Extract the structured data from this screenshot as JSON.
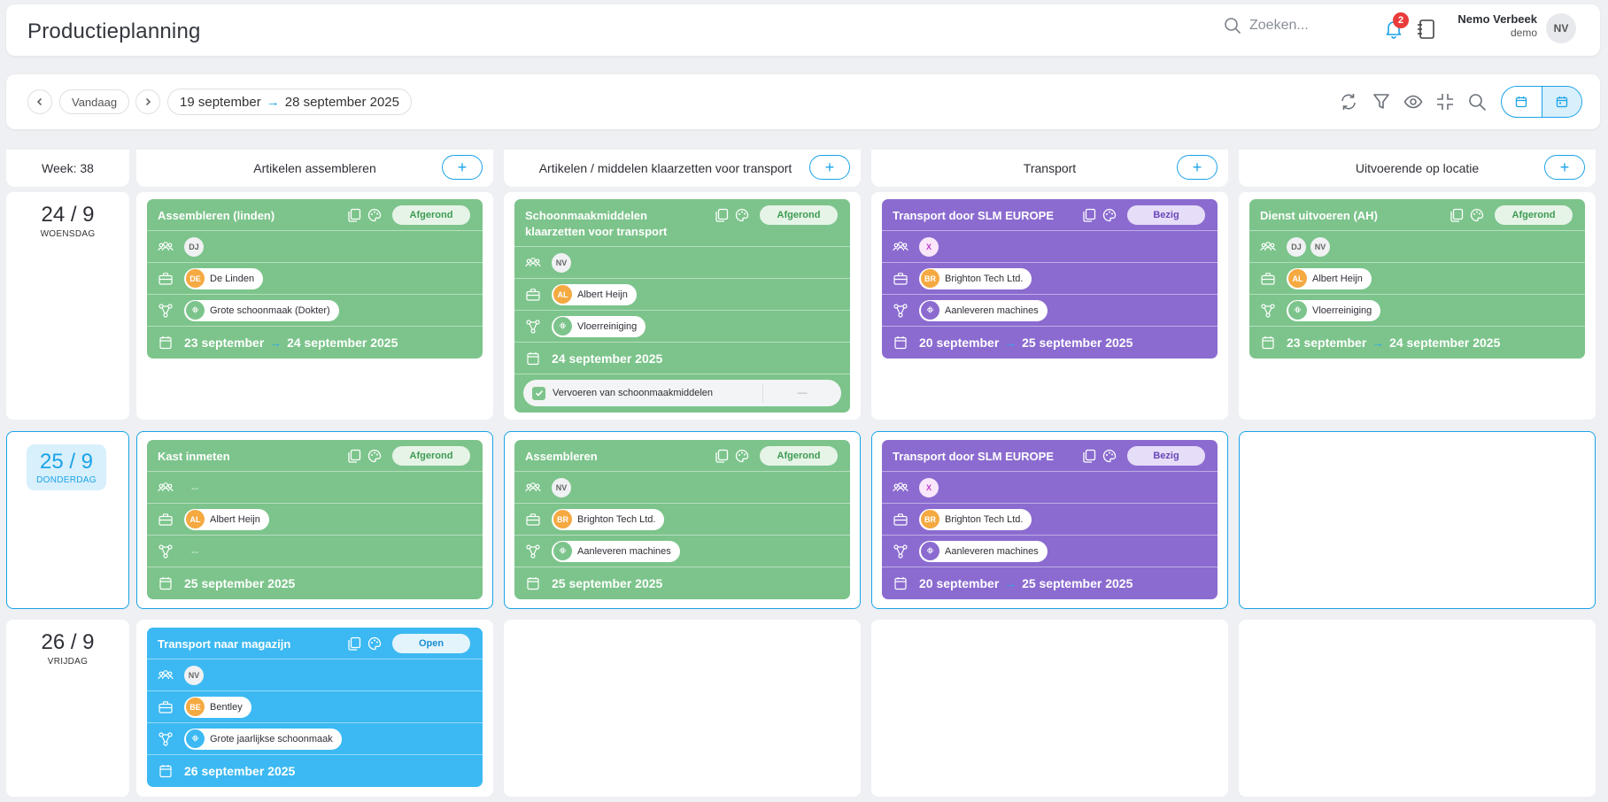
{
  "app": {
    "title": "Productieplanning",
    "search_placeholder": "Zoeken...",
    "notification_count": "2",
    "user_name": "Nemo Verbeek",
    "user_role": "demo",
    "user_initials": "NV"
  },
  "toolbar": {
    "today_label": "Vandaag",
    "range_start": "19 september",
    "range_arrow": "→",
    "range_end": "28 september 2025",
    "icons": [
      "refresh-icon",
      "filter-icon",
      "eye-icon",
      "collapse-icon",
      "search-icon"
    ],
    "view_icons": [
      "calendar-icon",
      "calendar-alt-icon"
    ]
  },
  "columns": {
    "week_label": "Week: 38",
    "col1": "Artikelen assembleren",
    "col2": "Artikelen / middelen klaarzetten voor transport",
    "col3": "Transport",
    "col4": "Uitvoerende op locatie",
    "add_symbol": "+"
  },
  "days": [
    {
      "num": "24 / 9",
      "name": "WOENSDAG"
    },
    {
      "num": "25 / 9",
      "name": "DONDERDAG"
    },
    {
      "num": "26 / 9",
      "name": "VRIJDAG"
    }
  ],
  "cards": {
    "c1": {
      "title": "Assembleren (linden)",
      "status": "Afgerond",
      "team": [
        "DJ"
      ],
      "client_av": "DE",
      "client": "De Linden",
      "project_name": "Grote schoonmaak (Dokter)",
      "date_start": "23 september",
      "arrow": "→",
      "date_end": "24 september 2025"
    },
    "c2": {
      "title": "Schoonmaakmiddelen klaarzetten voor transport",
      "status": "Afgerond",
      "team": [
        "NV"
      ],
      "client_av": "AL",
      "client": "Albert Heijn",
      "project_name": "Vloerreiniging",
      "date": "24 september 2025",
      "task": "Vervoeren van schoonmaakmiddelen",
      "task_value": "—"
    },
    "c3": {
      "title": "Transport door SLM EUROPE",
      "status": "Bezig",
      "team": [
        "X"
      ],
      "client_av": "BR",
      "client": "Brighton Tech Ltd.",
      "project_name": "Aanleveren machines",
      "date_start": "20 september",
      "arrow": "→",
      "date_end": "25 september 2025"
    },
    "c4": {
      "title": "Dienst uitvoeren (AH)",
      "status": "Afgerond",
      "team": [
        "DJ",
        "NV"
      ],
      "client_av": "AL",
      "client": "Albert Heijn",
      "project_name": "Vloerreiniging",
      "date_start": "23 september",
      "arrow": "→",
      "date_end": "24 september 2025"
    },
    "c5": {
      "title": "Kast inmeten",
      "status": "Afgerond",
      "team_empty": "--",
      "client_av": "AL",
      "client": "Albert Heijn",
      "project_empty": "--",
      "date": "25 september 2025"
    },
    "c6": {
      "title": "Assembleren",
      "status": "Afgerond",
      "team": [
        "NV"
      ],
      "client_av": "BR",
      "client": "Brighton Tech Ltd.",
      "project_name": "Aanleveren machines",
      "date": "25 september 2025"
    },
    "c7": {
      "title": "Transport door SLM EUROPE",
      "status": "Bezig",
      "team": [
        "X"
      ],
      "client_av": "BR",
      "client": "Brighton Tech Ltd.",
      "project_name": "Aanleveren machines",
      "date_start": "20 september",
      "arrow": "→",
      "date_end": "25 september 2025"
    },
    "c8": {
      "title": "Transport naar magazijn",
      "status": "Open",
      "team": [
        "NV"
      ],
      "client_av": "BE",
      "client": "Bentley",
      "project_name": "Grote jaarlijkse schoonmaak",
      "date": "26 september 2025"
    }
  },
  "colors": {
    "green": "#7cc48b",
    "purple": "#8b6bd0",
    "blue": "#3cb9f2",
    "accent": "#1aa3e8"
  }
}
